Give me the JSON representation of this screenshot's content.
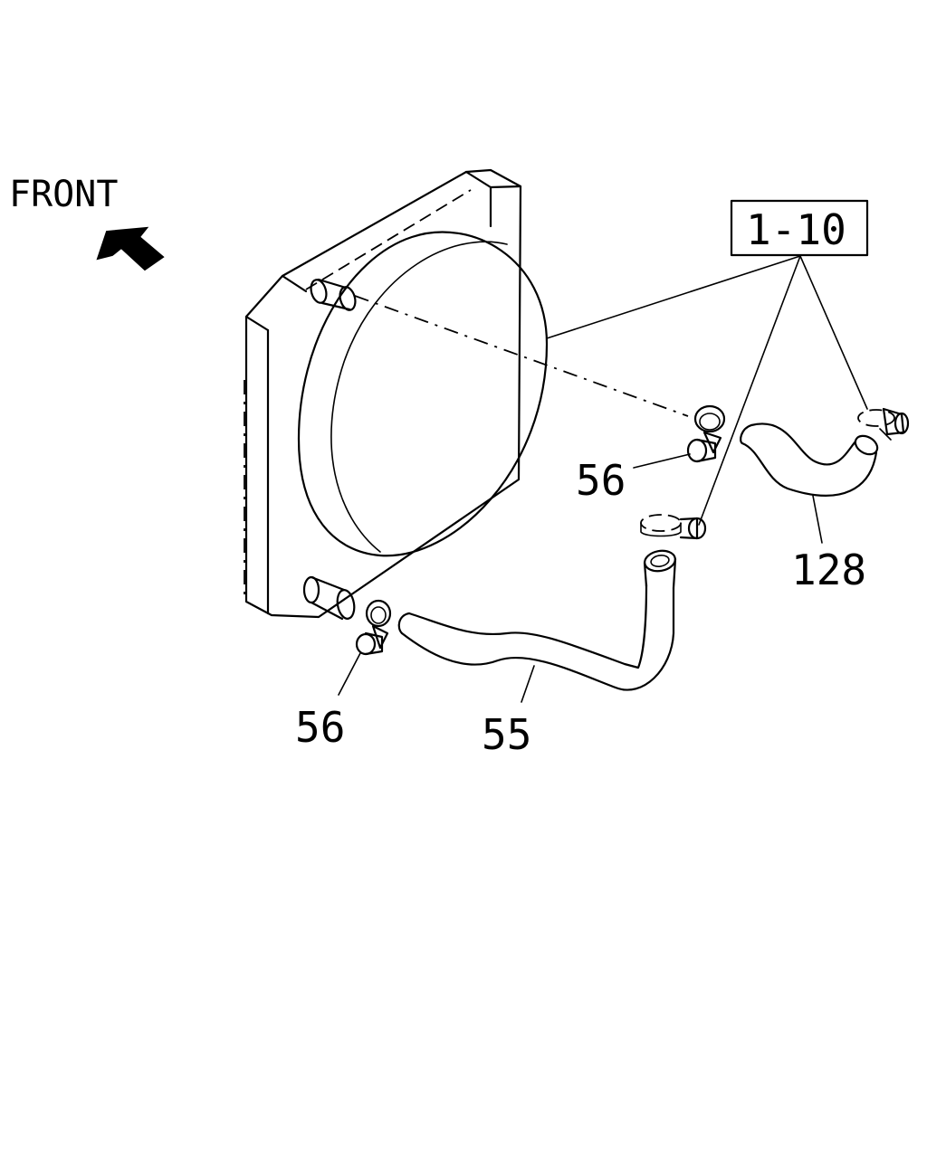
{
  "direction_label": "FRONT",
  "reference_box": "1-10",
  "callouts": {
    "clamp_upper": "56",
    "clamp_lower": "56",
    "hose_lower": "55",
    "hose_upper": "128"
  }
}
